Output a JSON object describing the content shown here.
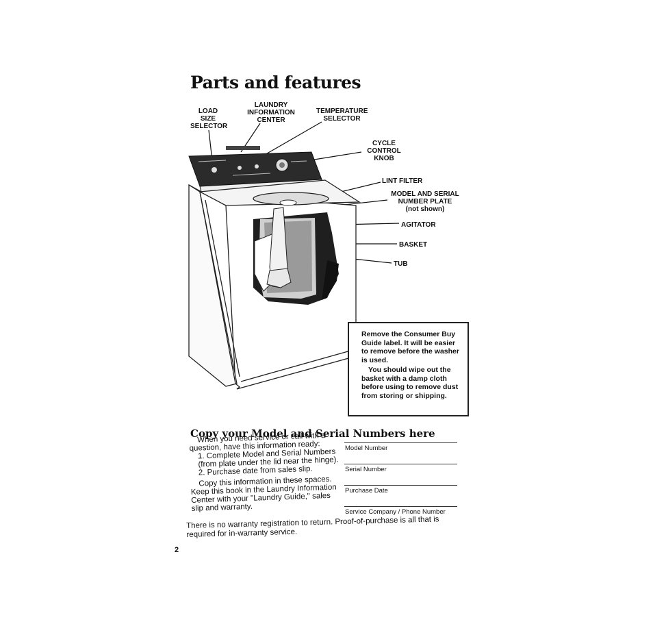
{
  "page": {
    "title": "Parts and features",
    "page_number": "2"
  },
  "labels": {
    "load_size_selector": [
      "LOAD",
      "SIZE",
      "SELECTOR"
    ],
    "laundry_information_center": [
      "LAUNDRY",
      "INFORMATION",
      "CENTER"
    ],
    "temperature_selector": [
      "TEMPERATURE",
      "SELECTOR"
    ],
    "cycle_control_knob": [
      "CYCLE",
      "CONTROL",
      "KNOB"
    ],
    "lint_filter": "LINT FILTER",
    "model_serial_plate": [
      "MODEL AND SERIAL",
      "NUMBER PLATE",
      "(not shown)"
    ],
    "agitator": "AGITATOR",
    "basket": "BASKET",
    "tub": "TUB"
  },
  "note": {
    "paragraph1": "Remove the Consumer Buy Guide label. It will be easier to remove before the washer is used.",
    "paragraph2": "You should wipe out the basket with a damp cloth before using to remove dust from storing or shipping."
  },
  "copy_section": {
    "heading": "Copy your Model and Serial Numbers here",
    "intro": "When you need service or call with a question, have this information ready:",
    "items": [
      "1. Complete Model and Serial Numbers (from plate under the lid near the hinge).",
      "2. Purchase date from sales slip."
    ],
    "advice": "Copy this information in these spaces. Keep this book in the Laundry Information Center with your \"Laundry Guide,\" sales slip and warranty.",
    "fields": [
      "Model Number",
      "Serial Number",
      "Purchase Date",
      "Service Company / Phone Number"
    ],
    "footer": "There is no warranty registration to return. Proof-of-purchase is all that is required for in-warranty service."
  }
}
